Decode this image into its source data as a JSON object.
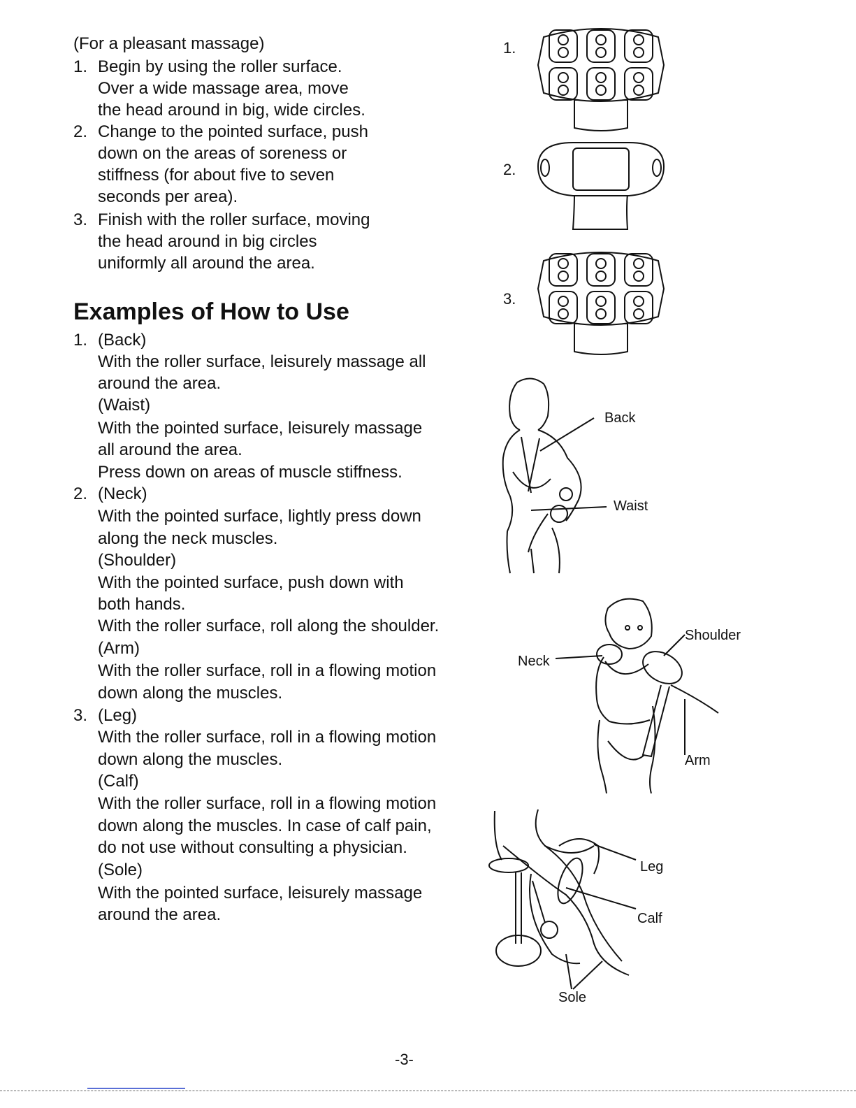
{
  "intro": {
    "lead": "(For a pleasant massage)",
    "steps": [
      {
        "num": "1.",
        "lines": [
          "Begin by using the roller surface.",
          "Over a wide massage area, move",
          "the head around in big, wide circles."
        ]
      },
      {
        "num": "2.",
        "lines": [
          "Change to the pointed surface, push",
          "down on the areas of soreness or",
          "stiffness (for about five to seven",
          "seconds per area)."
        ]
      },
      {
        "num": "3.",
        "lines": [
          "Finish with the roller surface, moving",
          "the head around in big circles",
          "uniformly all around the area."
        ]
      }
    ]
  },
  "examples": {
    "heading": "Examples of How to Use",
    "items": [
      {
        "num": "1.",
        "lines": [
          "(Back)",
          "With the roller surface, leisurely massage all",
          "around the area.",
          "(Waist)",
          "With the pointed surface, leisurely massage",
          "all around the area.",
          "Press down on areas of muscle stiffness."
        ]
      },
      {
        "num": "2.",
        "lines": [
          "(Neck)",
          "With the pointed surface, lightly press down",
          "along the neck muscles.",
          "(Shoulder)",
          "With the pointed surface, push down with",
          "both hands.",
          "With the roller surface, roll along the shoulder.",
          "(Arm)",
          "With the roller surface, roll in a flowing motion",
          "down along the muscles."
        ]
      },
      {
        "num": "3.",
        "lines": [
          "(Leg)",
          "With the roller surface, roll in a flowing motion",
          "down along the muscles.",
          "(Calf)",
          "With the roller surface, roll in a flowing motion",
          "down along the muscles. In case of calf pain,",
          "do not use without consulting a physician.",
          "(Sole)",
          "With the pointed surface, leisurely massage",
          "around the area."
        ]
      }
    ]
  },
  "figures": {
    "device_numbers": [
      "1.",
      "2.",
      "3."
    ],
    "labels": {
      "back": "Back",
      "waist": "Waist",
      "shoulder": "Shoulder",
      "neck": "Neck",
      "arm": "Arm",
      "leg": "Leg",
      "calf": "Calf",
      "sole": "Sole"
    }
  },
  "page_number": "-3-"
}
